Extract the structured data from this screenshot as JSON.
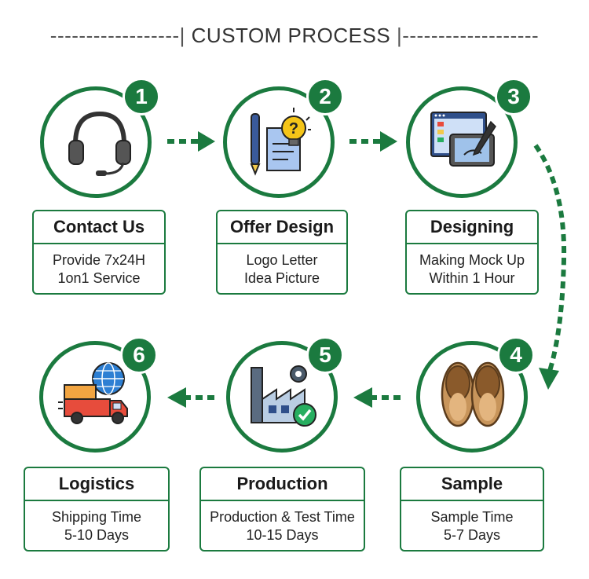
{
  "title": {
    "left_dashes": "------------------|",
    "text": "CUSTOM PROCESS",
    "right_dashes": "|-------------------"
  },
  "colors": {
    "accent": "#1b7a3f"
  },
  "steps": [
    {
      "number": "1",
      "title": "Contact Us",
      "line1": "Provide 7x24H",
      "line2": "1on1 Service",
      "icon": "headset-icon"
    },
    {
      "number": "2",
      "title": "Offer Design",
      "line1": "Logo Letter",
      "line2": "Idea Picture",
      "icon": "design-idea-icon"
    },
    {
      "number": "3",
      "title": "Designing",
      "line1": "Making Mock Up",
      "line2": "Within 1 Hour",
      "icon": "design-tablet-icon"
    },
    {
      "number": "4",
      "title": "Sample",
      "line1": "Sample Time",
      "line2": "5-7 Days",
      "icon": "slippers-icon"
    },
    {
      "number": "5",
      "title": "Production",
      "line1": "Production & Test Time",
      "line2": "10-15 Days",
      "icon": "factory-icon"
    },
    {
      "number": "6",
      "title": "Logistics",
      "line1": "Shipping Time",
      "line2": "5-10 Days",
      "icon": "delivery-truck-icon"
    }
  ]
}
